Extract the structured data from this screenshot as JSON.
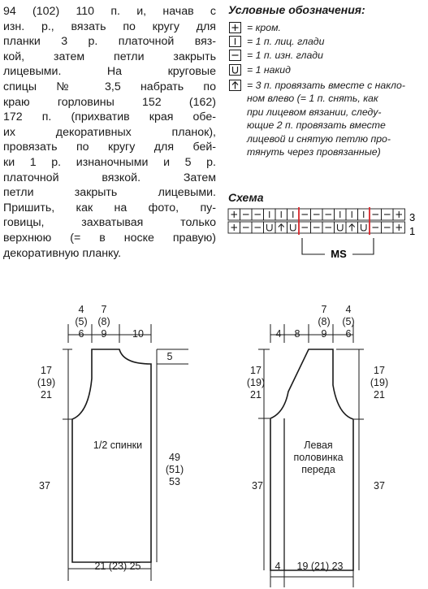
{
  "instructions": {
    "lines": [
      "94 (102) 110 п. и, начав с",
      "изн. р., вязать по кругу для",
      "планки 3 р. платочной вяз-",
      "кой, затем петли закрыть",
      "лицевыми. На круговые",
      "спицы № 3,5 набрать по",
      "краю горловины 152 (162)",
      "172 п. (прихватив края обе-",
      "их декоративных планок),",
      "провязать по кругу для бей-",
      "ки 1 р. изнаночными и 5 р.",
      "платочной вязкой. Затем",
      "петли закрыть лицевыми.",
      "Пришить, как на фото, пу-",
      "говицы, захватывая только",
      "верхнюю (= в носке правую)",
      "декоративную планку."
    ]
  },
  "legend": {
    "title": "Условные обозначения:",
    "items": [
      {
        "icon": "plus-symbol",
        "lines": [
          "= кром."
        ]
      },
      {
        "icon": "vertical-bar-symbol",
        "lines": [
          "= 1 п. лиц. глади"
        ]
      },
      {
        "icon": "dash-symbol",
        "lines": [
          "= 1 п. изн. глади"
        ]
      },
      {
        "icon": "u-symbol",
        "lines": [
          "= 1 накид"
        ]
      },
      {
        "icon": "up-arrow-symbol",
        "lines": [
          "= 3 п. провязать вместе с накло-",
          "ном влево (= 1 п. снять, как",
          "при лицевом вязании, следу-",
          "ющие 2 п. провязать вместе",
          "лицевой и снятую петлю про-",
          "тянуть через провязанные)"
        ]
      }
    ]
  },
  "schema": {
    "title": "Схема",
    "row3": [
      "+",
      "–",
      "–",
      "|",
      "|",
      "|",
      "–",
      "–",
      "–",
      "|",
      "|",
      "|",
      "–",
      "–",
      "+"
    ],
    "row1": [
      "+",
      "–",
      "–",
      "U",
      "↑",
      "U",
      "–",
      "–",
      "–",
      "U",
      "↑",
      "U",
      "–",
      "–",
      "+"
    ],
    "row3_label": "3",
    "row1_label": "1",
    "repeat_label": "MS"
  },
  "back": {
    "label": "1/2 спинки",
    "top_left": [
      "4",
      "(5)",
      "6"
    ],
    "top_mid": [
      "7",
      "(8)",
      "9"
    ],
    "top_right": "10",
    "neck_depth": "5",
    "armhole": [
      "17",
      "(19)",
      "21"
    ],
    "length": [
      "49",
      "(51)",
      "53"
    ],
    "lower": "37",
    "width": "21 (23) 25"
  },
  "front": {
    "label": [
      "Левая",
      "половинка",
      "переда"
    ],
    "top_a": "4",
    "top_b": "8",
    "top_mid": [
      "7",
      "(8)",
      "9"
    ],
    "top_right": [
      "4",
      "(5)",
      "6"
    ],
    "armhole_left": [
      "17",
      "(19)",
      "21"
    ],
    "armhole_right": [
      "17",
      "(19)",
      "21"
    ],
    "lower_left": "37",
    "lower_right": "37",
    "bottom_band": "4",
    "width": "19 (21) 23"
  },
  "colors": {
    "text": "#1a1a1a",
    "repeat_line": "#d9262b"
  }
}
